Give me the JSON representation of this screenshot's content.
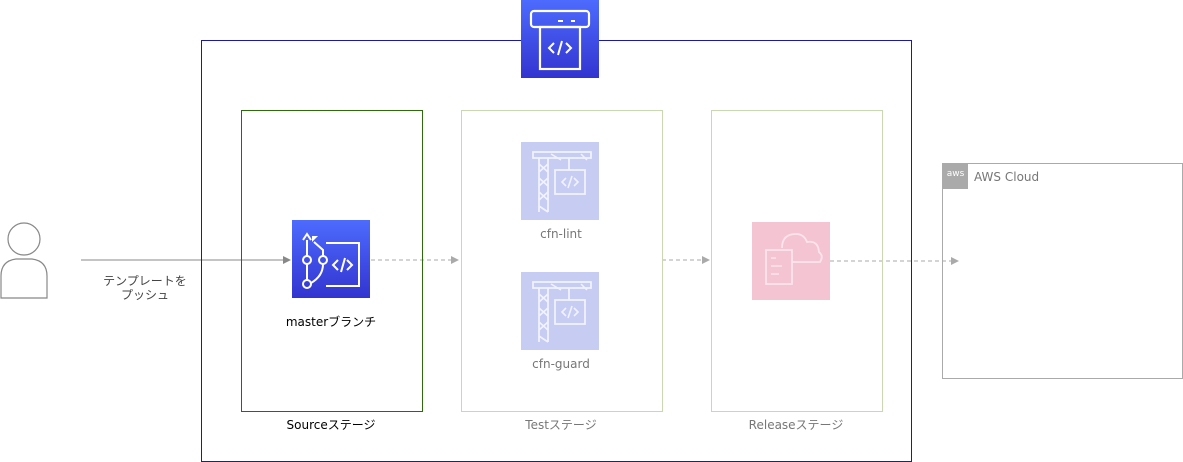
{
  "actor": {
    "push_label_line1": "テンプレートを",
    "push_label_line2": "プッシュ"
  },
  "stages": {
    "source": {
      "label": "Sourceステージ",
      "item_label": "masterブランチ"
    },
    "test": {
      "label": "Testステージ",
      "items": [
        "cfn-lint",
        "cfn-guard"
      ]
    },
    "release": {
      "label": "Releaseステージ"
    }
  },
  "aws_cloud": {
    "label": "AWS Cloud",
    "logo_text": "aws"
  },
  "colors": {
    "pipeline_border": "#1a1aa6",
    "source_border": "#2d6a0d",
    "faded_border": "#c8d8b0",
    "codepipeline_blue": "#3d4fe0",
    "codecommit_blue": "#3d4fe0",
    "codebuild_faded": "#c7ccf3",
    "cloudformation_faded": "#f5c4d3",
    "cloud_border": "#aaaaaa",
    "arrow": "#888888"
  },
  "icons": {
    "pipeline": "codepipeline-icon",
    "repo": "codecommit-icon",
    "build": "codebuild-icon",
    "deploy": "cloudformation-icon",
    "user": "user-icon"
  }
}
